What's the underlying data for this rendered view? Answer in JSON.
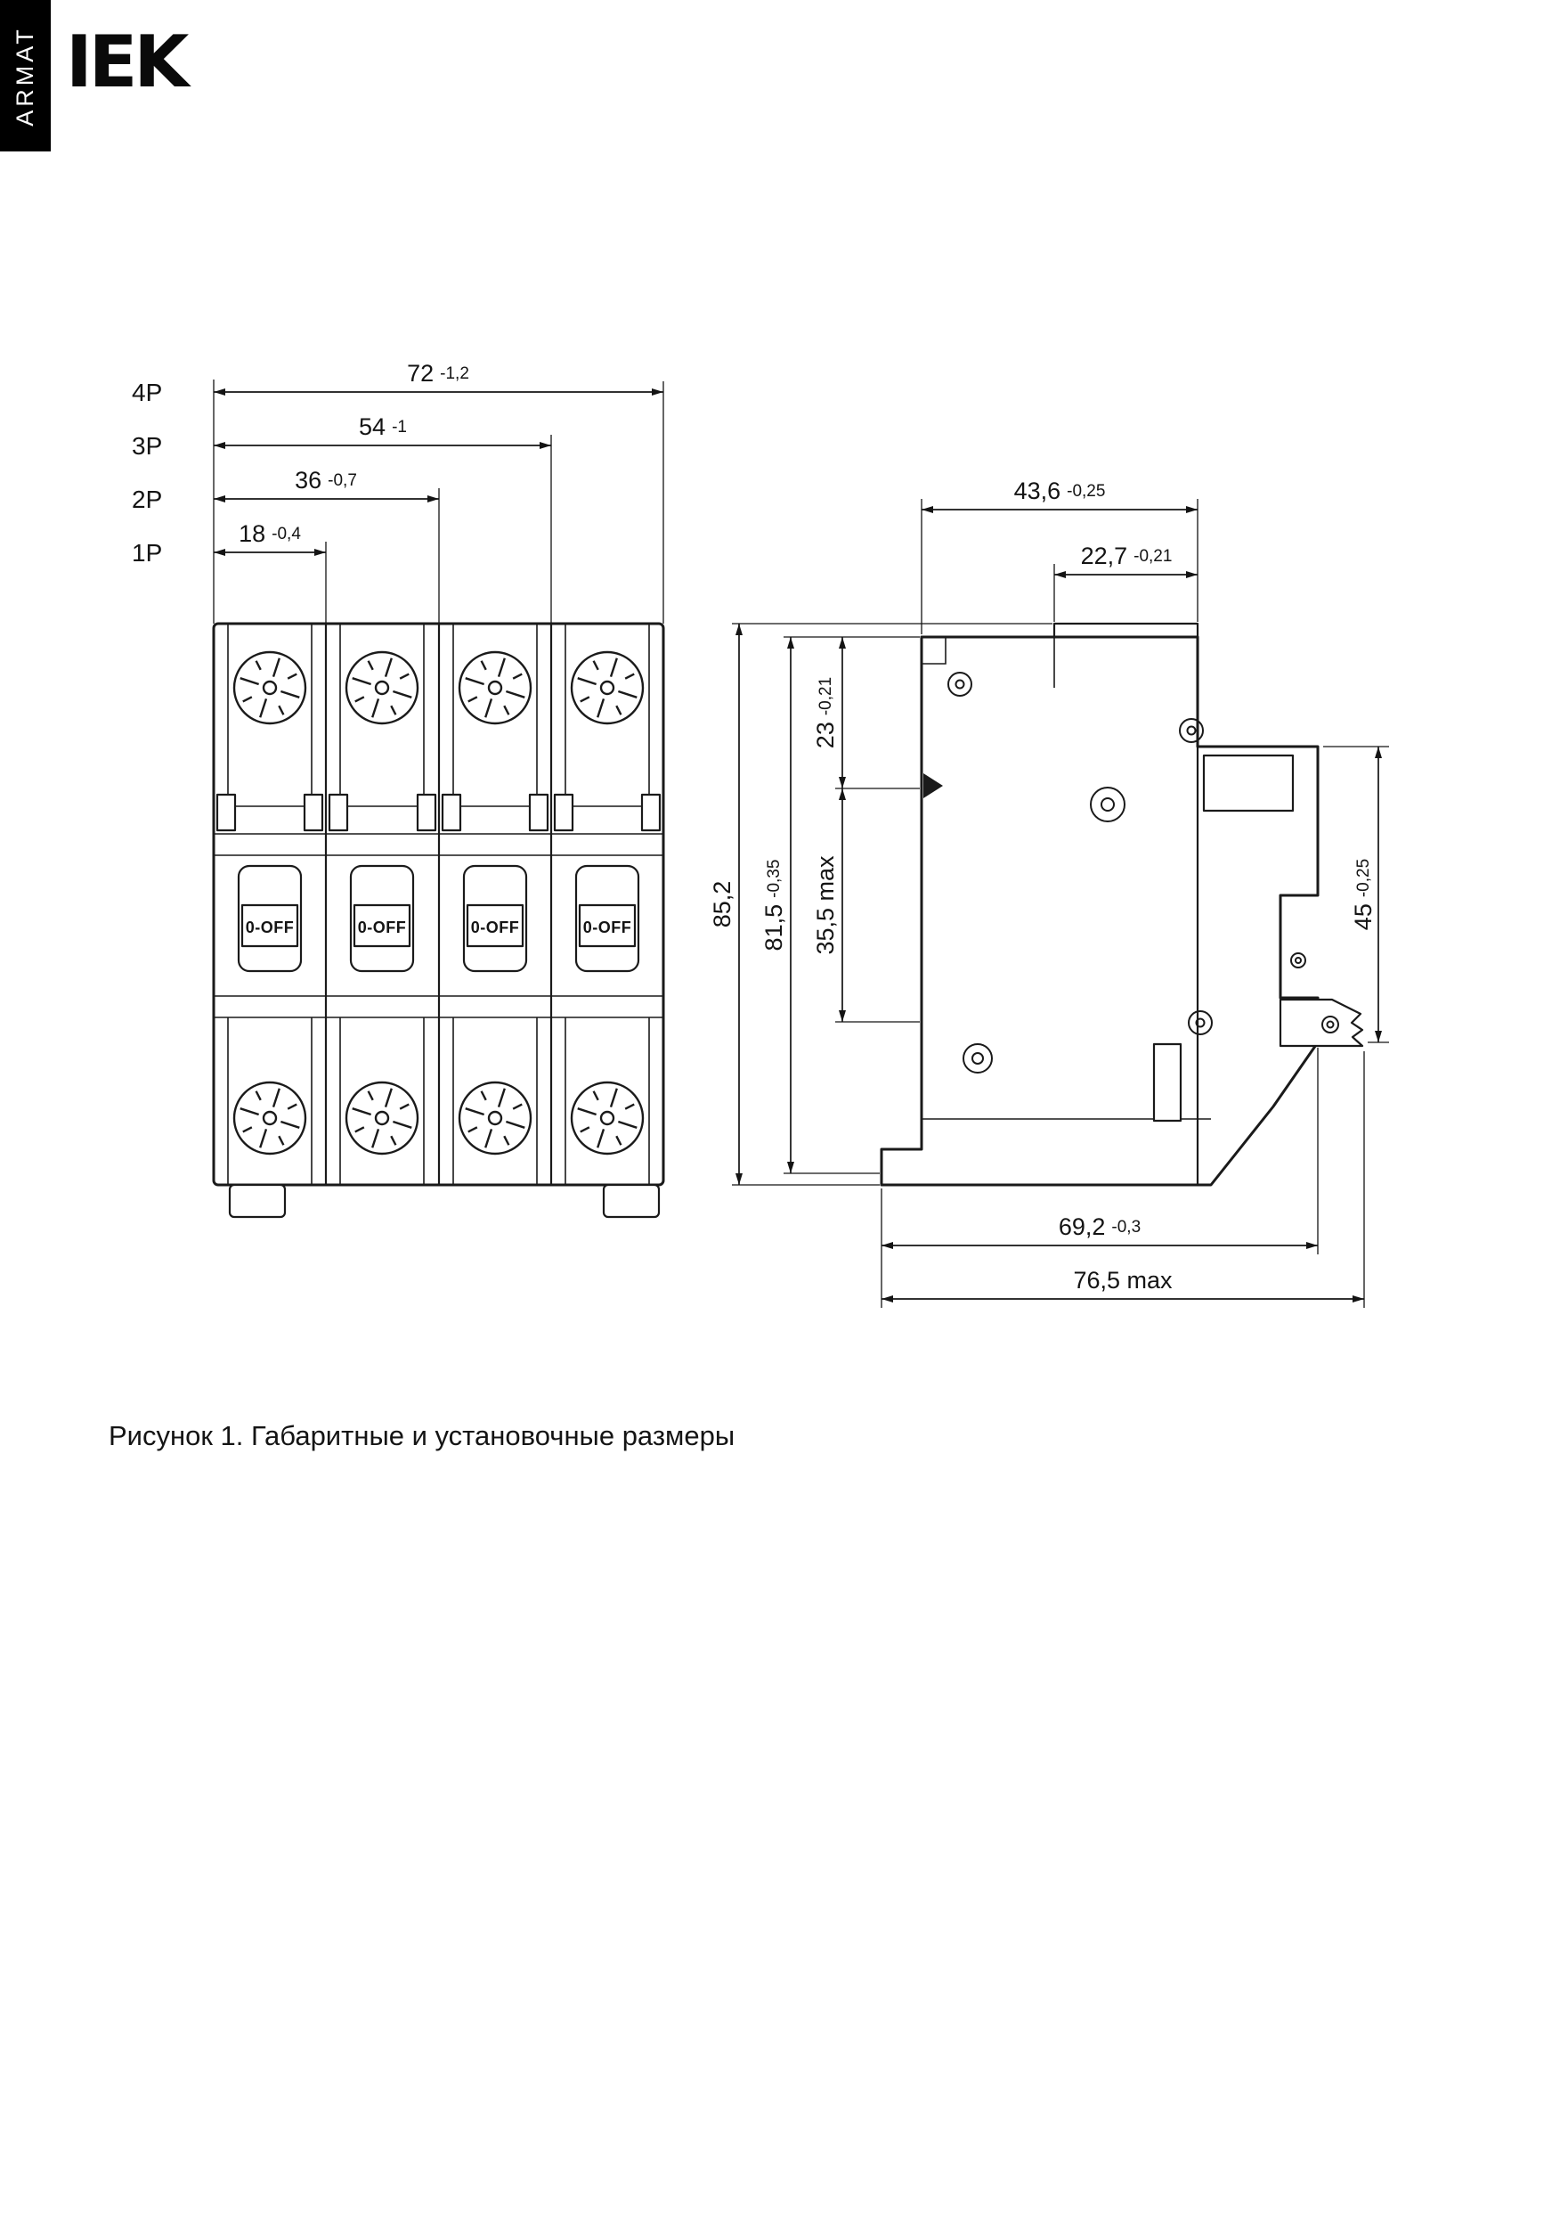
{
  "header": {
    "brand": "IEK",
    "side_label": "ARMAT"
  },
  "caption": "Рисунок 1. Габаритные и установочные размеры",
  "front_view": {
    "pole_dims": [
      {
        "label": "4P",
        "value": "72",
        "tol": "-1,2"
      },
      {
        "label": "3P",
        "value": "54",
        "tol": "-1"
      },
      {
        "label": "2P",
        "value": "36",
        "tol": "-0,7"
      },
      {
        "label": "1P",
        "value": "18",
        "tol": "-0,4"
      }
    ],
    "switch_label": "0-OFF"
  },
  "side_view": {
    "dims": {
      "depth_top": {
        "value": "43,6",
        "tol": "-0,25"
      },
      "depth_upper": {
        "value": "22,7",
        "tol": "-0,21"
      },
      "height_total": {
        "value": "85,2"
      },
      "height_body": {
        "value": "81,5",
        "tol": "-0,35"
      },
      "top_to_rail": {
        "value": "23",
        "tol": "-0,21"
      },
      "rail_zone": {
        "value": "35,5 max"
      },
      "rail_height": {
        "value": "45",
        "tol": "-0,25"
      },
      "depth_bottom": {
        "value": "69,2",
        "tol": "-0,3"
      },
      "depth_max": {
        "value": "76,5 max"
      }
    }
  }
}
